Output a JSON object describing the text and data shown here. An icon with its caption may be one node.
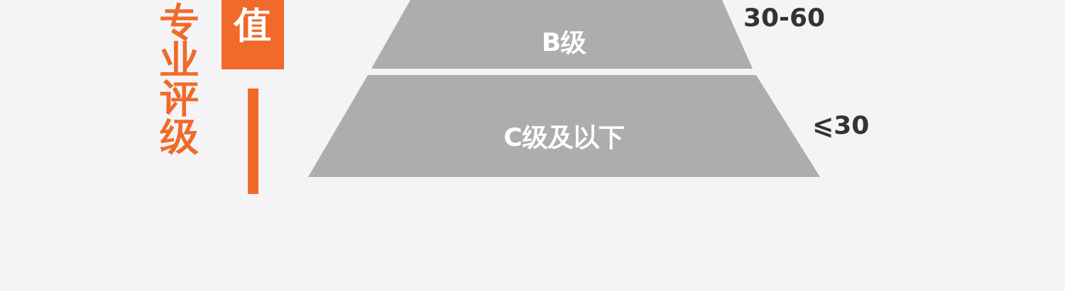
{
  "diagram": {
    "nodes": [
      {
        "text": [
          "值"
        ]
      },
      {
        "text": [
          "B级"
        ],
        "beside": [
          "30-60"
        ]
      },
      {
        "text": [
          "C级及以下"
        ],
        "beside": [
          "⩽30"
        ]
      }
    ],
    "labels": [
      "专业评级"
    ]
  }
}
